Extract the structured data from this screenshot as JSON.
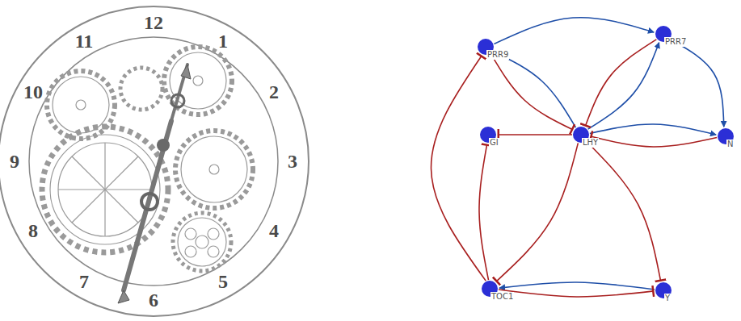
{
  "diagram": {
    "nodes": [
      {
        "text": [
          "PRR9"
        ]
      },
      {
        "text": [
          "PRR7"
        ]
      },
      {
        "text": [
          "GI"
        ]
      },
      {
        "text": [
          "LHY"
        ]
      },
      {
        "text": [
          "N"
        ]
      },
      {
        "text": [
          "TOC1"
        ]
      },
      {
        "text": [
          "Y"
        ]
      }
    ],
    "edges": [
      {
        "from": 0,
        "to": 1,
        "arrow": "to"
      },
      {
        "from": 1,
        "to": 4,
        "arrow": "to"
      },
      {
        "from": 3,
        "to": 0,
        "arrow": "to"
      },
      {
        "from": 0,
        "to": 3,
        "arrow": "to"
      },
      {
        "from": 3,
        "to": 1,
        "arrow": "to"
      },
      {
        "from": 1,
        "to": 3,
        "arrow": "to"
      },
      {
        "from": 3,
        "to": 4,
        "arrow": "to"
      },
      {
        "from": 4,
        "to": 3,
        "arrow": "to"
      },
      {
        "from": 3,
        "to": 2,
        "arrow": "to"
      },
      {
        "from": 5,
        "to": 0,
        "arrow": "to"
      },
      {
        "from": 5,
        "to": 2,
        "arrow": "to"
      },
      {
        "from": 3,
        "to": 5,
        "arrow": "to"
      },
      {
        "from": 3,
        "to": 6,
        "arrow": "to"
      },
      {
        "from": 6,
        "to": 5,
        "arrow": "to"
      },
      {
        "from": 5,
        "to": 6,
        "arrow": "to"
      }
    ],
    "labels": [
      "12",
      "1",
      "2",
      "3",
      "4",
      "5",
      "6",
      "7",
      "8",
      "9",
      "10",
      "11"
    ]
  }
}
